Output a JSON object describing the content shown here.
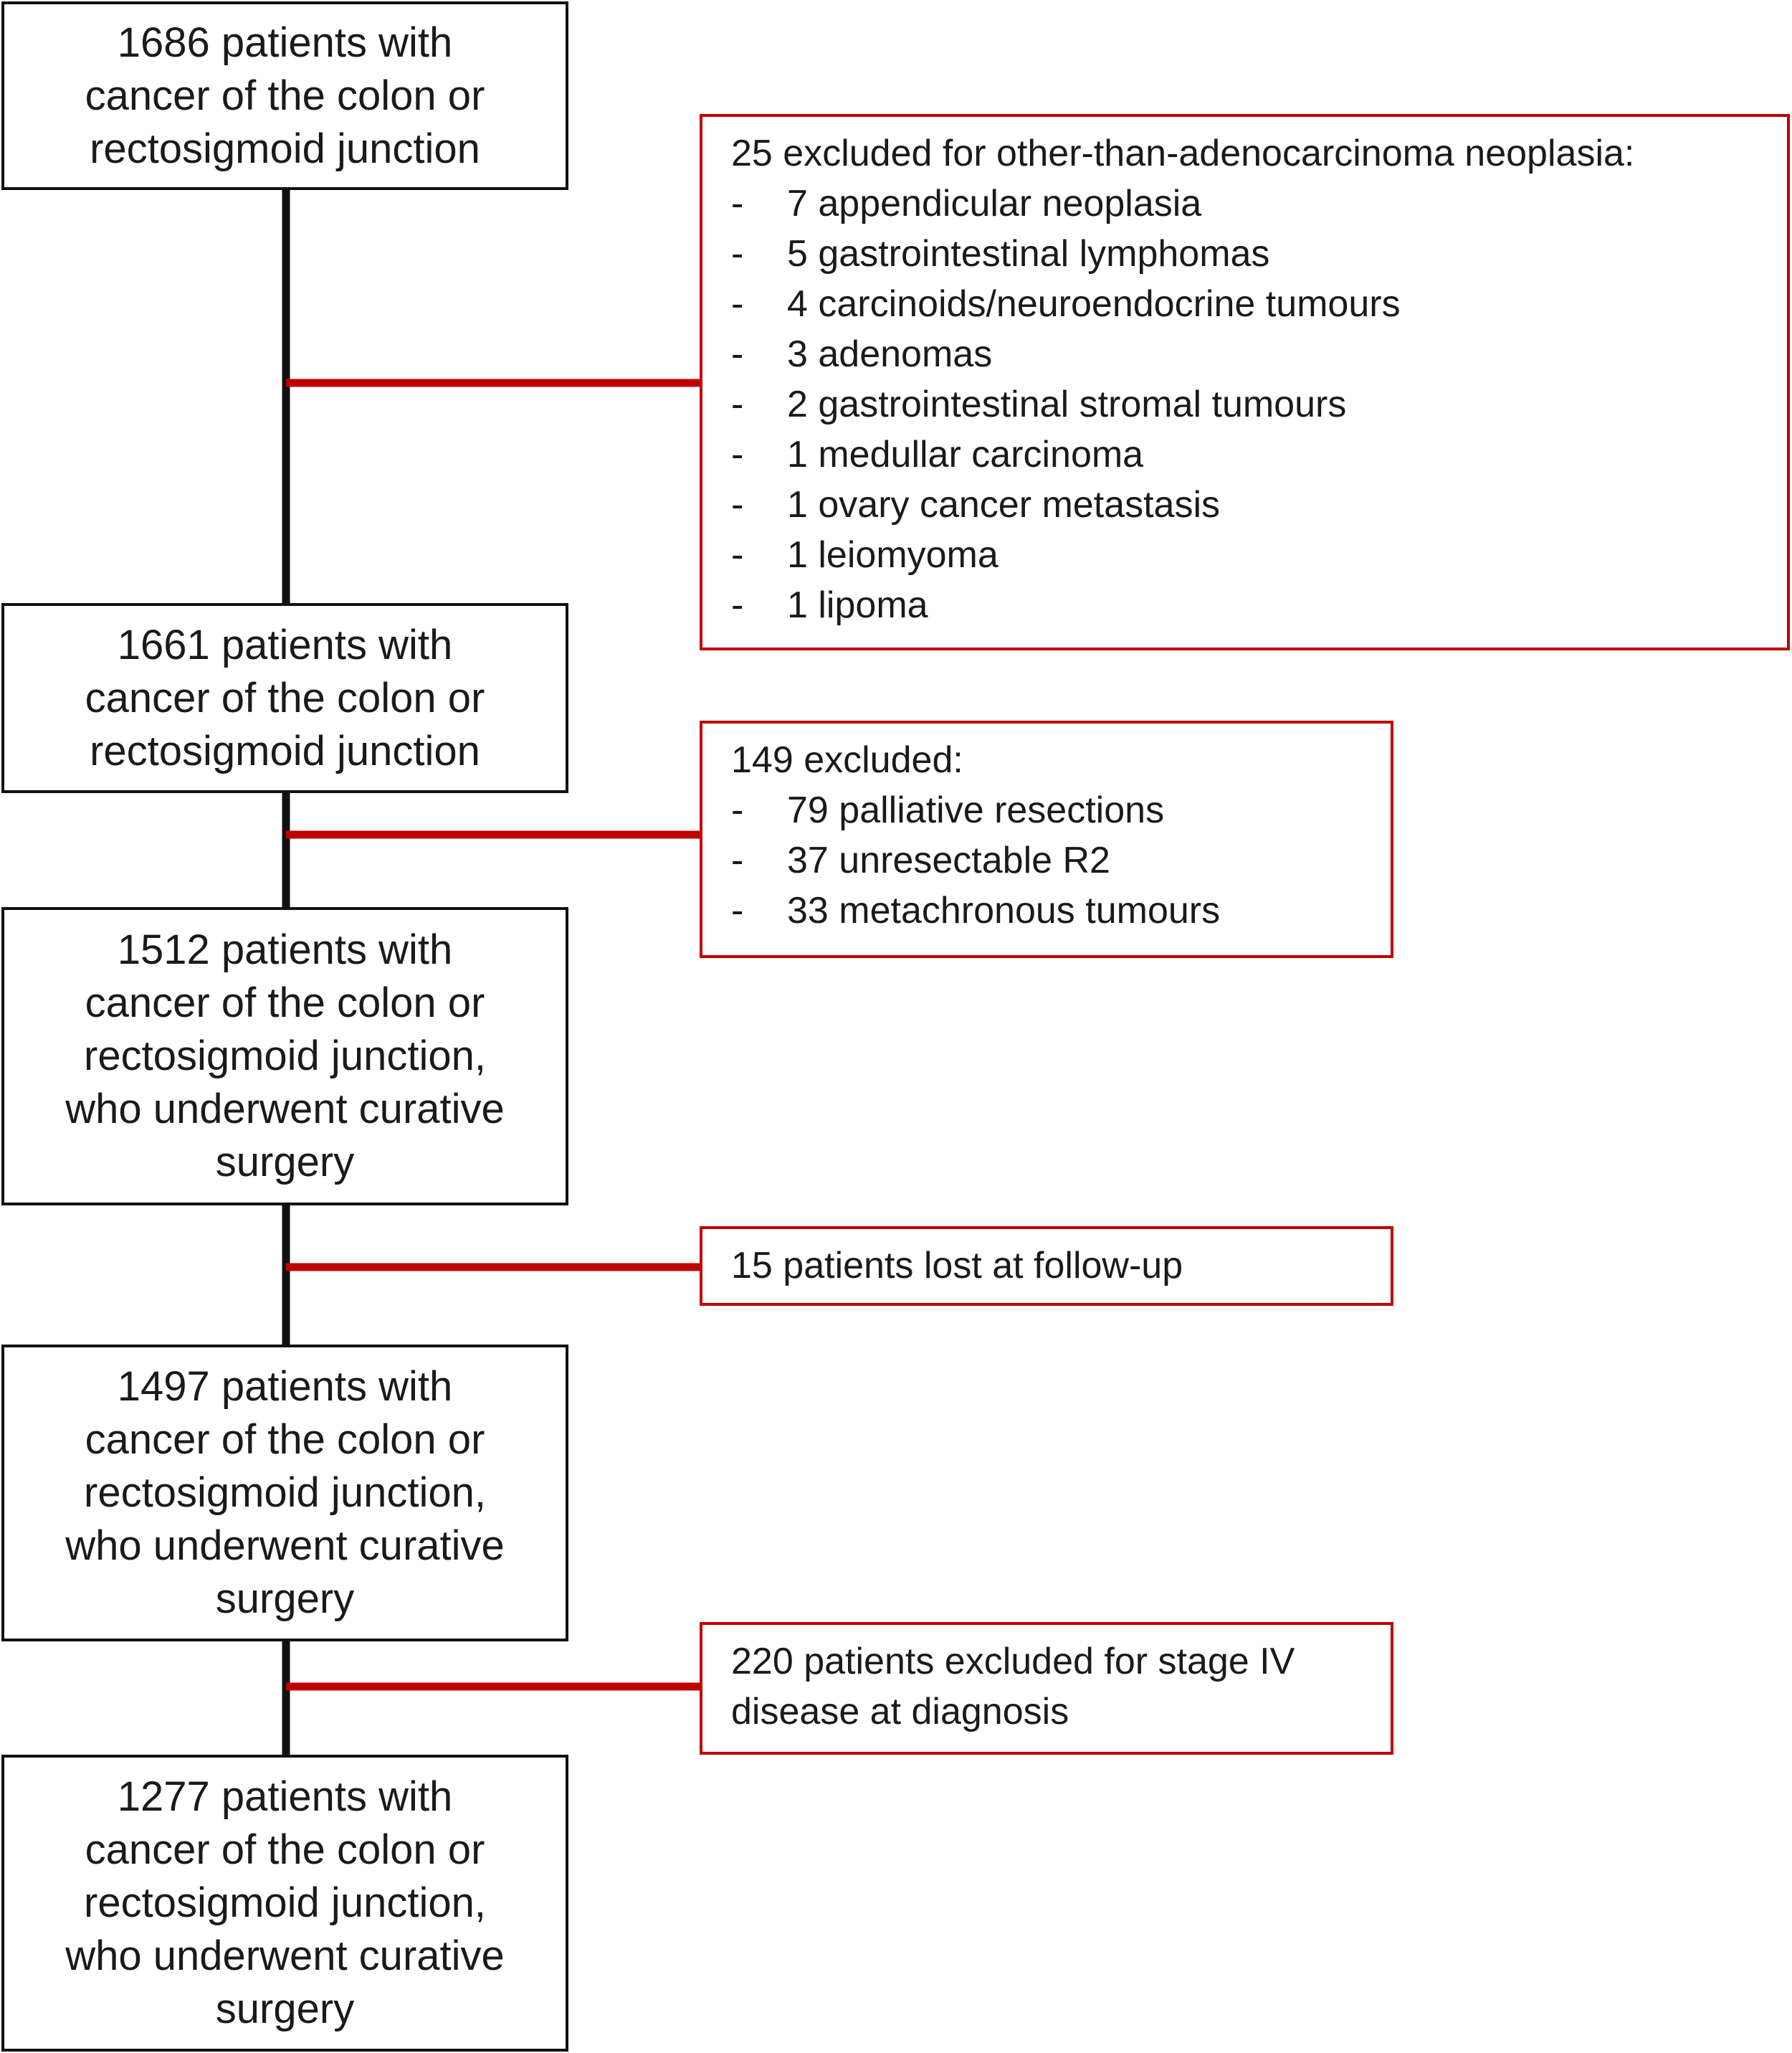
{
  "main_boxes": [
    {
      "lines": [
        "1686 patients  with",
        "cancer of the colon or",
        "rectosigmoid junction"
      ]
    },
    {
      "lines": [
        "1661 patients  with",
        "cancer of the colon or",
        "rectosigmoid junction"
      ]
    },
    {
      "lines": [
        "1512 patients  with",
        "cancer of the colon or",
        "rectosigmoid junction,",
        "who underwent curative",
        "surgery"
      ]
    },
    {
      "lines": [
        "1497 patients  with",
        "cancer of the colon or",
        "rectosigmoid junction,",
        "who underwent curative",
        "surgery"
      ]
    },
    {
      "lines": [
        "1277 patients  with",
        "cancer of the colon or",
        "rectosigmoid junction,",
        "who underwent curative",
        "surgery"
      ]
    }
  ],
  "exclusions": [
    {
      "heading": "25 excluded for other-than-adenocarcinoma  neoplasia:",
      "bullet": "-",
      "items": [
        "7 appendicular  neoplasia",
        "5 gastrointestinal  lymphomas",
        "4 carcinoids/neuroendocrine  tumours",
        "3 adenomas",
        "2 gastrointestinal  stromal tumours",
        "1 medullar  carcinoma",
        "1 ovary  cancer metastasis",
        "1 leiomyoma",
        "1 lipoma"
      ]
    },
    {
      "heading": "149  excluded:",
      "bullet": "-",
      "items": [
        "79 palliative  resections",
        "37 unresectable  R2",
        "33 metachronous  tumours"
      ]
    },
    {
      "heading": "15 patients lost at follow-up",
      "bullet": "-",
      "items": []
    },
    {
      "lines": [
        "220  patients excluded for stage IV",
        "disease at diagnosis"
      ],
      "bullet": "-",
      "items": []
    }
  ],
  "colors": {
    "flow_line": "#111111",
    "exclusion_line": "#c00000",
    "exclusion_border": "#c00000",
    "main_border": "#111111"
  }
}
